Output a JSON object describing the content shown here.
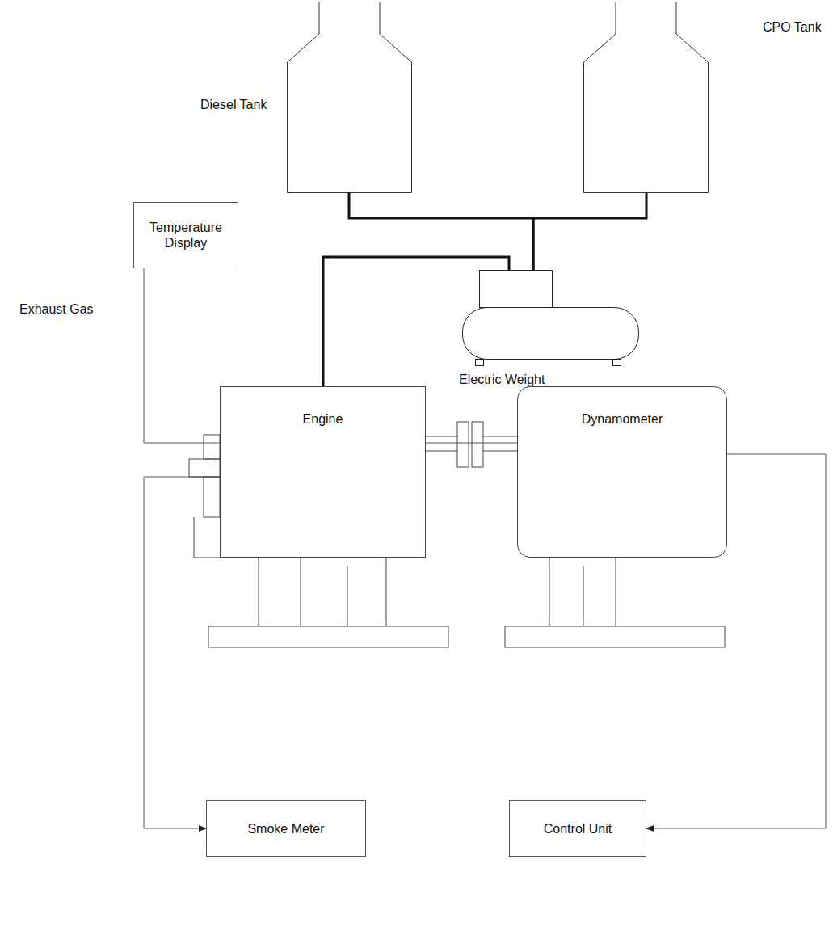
{
  "diagram": {
    "nodes": [
      {
        "text": [
          "Diesel Tank"
        ]
      },
      {
        "text": [
          "CPO Tank"
        ]
      },
      {
        "text": [
          "Electric Weight"
        ]
      },
      {
        "text": [
          "Temperature Display"
        ]
      },
      {
        "text": [
          "Engine"
        ]
      },
      {
        "text": [
          "Dynamometer"
        ]
      },
      {
        "text": [
          "Smoke Meter"
        ]
      },
      {
        "text": [
          "Control Unit"
        ]
      }
    ],
    "edges": [
      {
        "from": 0,
        "to": 2,
        "arrow": "none"
      },
      {
        "from": 1,
        "to": 2,
        "arrow": "none"
      },
      {
        "from": 2,
        "to": 4,
        "arrow": "none"
      },
      {
        "from": 3,
        "to": 4,
        "arrow": "none"
      },
      {
        "from": 4,
        "to": 6,
        "arrow": "to"
      },
      {
        "from": 4,
        "to": 5,
        "arrow": "none"
      },
      {
        "from": 5,
        "to": 7,
        "arrow": "to"
      }
    ],
    "labels": [
      "Exhaust Gas"
    ]
  }
}
